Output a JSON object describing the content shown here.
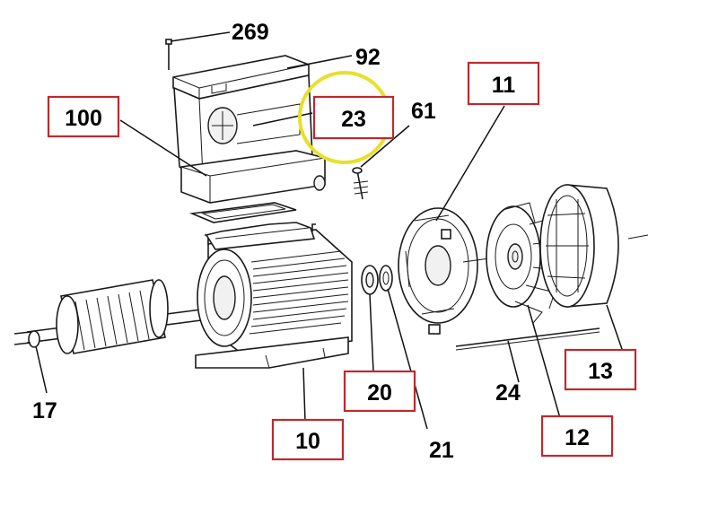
{
  "parts": {
    "p269": "269",
    "p92": "92",
    "p23": "23",
    "p61": "61",
    "p100": "100",
    "p11": "11",
    "p13": "13",
    "p12": "12",
    "p24": "24",
    "p21": "21",
    "p20": "20",
    "p10": "10",
    "p17": "17"
  },
  "colors": {
    "box_border": "#c0282d",
    "highlight_circle": "#e8e02a",
    "line_art": "#1a1a1a"
  },
  "highlighted_part": "23"
}
